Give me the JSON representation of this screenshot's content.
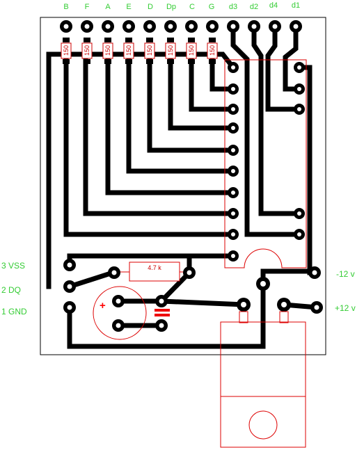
{
  "top_labels": [
    "B",
    "F",
    "A",
    "E",
    "D",
    "Dp",
    "C",
    "G",
    "d3",
    "d2",
    "d4",
    "d1"
  ],
  "resistor_value": "150",
  "pullup_value": "4.7 k",
  "left_pins": [
    "3 VSS",
    "2 DQ",
    "1 GND"
  ],
  "right_labels": [
    "-12 v",
    "+12 v"
  ],
  "cap_polarity": "+",
  "colors": {
    "trace": "#000000",
    "silkscreen": "#dd0000",
    "label": "#33cc33",
    "board_outline": "#000000"
  }
}
